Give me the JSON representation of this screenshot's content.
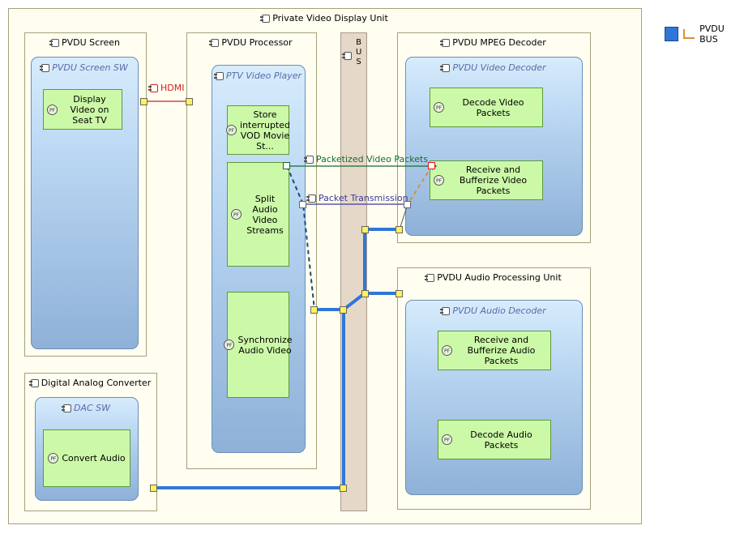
{
  "colors": {
    "bus_link": "#2f76d8",
    "hdmi": "#d02020",
    "video_packets": "#1a6a2a",
    "packet_transmission": "#3d3a9a",
    "orange_link": "#d8903a"
  },
  "unit": {
    "title": "Private Video Display Unit"
  },
  "screen": {
    "title": "PVDU Screen",
    "sw_title": "PVDU Screen SW",
    "fn": "Display Video on Seat TV"
  },
  "processor": {
    "title": "PVDU Processor",
    "sw_title": "PTV Video Player",
    "fn1": "Store interrupted VOD Movie St...",
    "fn2": "Split Audio Video Streams",
    "fn3": "Synchronize Audio Video"
  },
  "bus": {
    "letters": "BUS"
  },
  "mpeg": {
    "title": "PVDU MPEG Decoder",
    "sw_title": "PVDU Video Decoder",
    "fn1": "Decode Video Packets",
    "fn2": "Receive and Bufferize Video Packets"
  },
  "audio_unit": {
    "title": "PVDU Audio Processing Unit",
    "sw_title": "PVDU Audio Decoder",
    "fn1": "Receive and Bufferize Audio Packets",
    "fn2": "Decode Audio Packets"
  },
  "dac": {
    "title": "Digital Analog Converter",
    "sw_title": "DAC SW",
    "fn": "Convert Audio"
  },
  "links": {
    "hdmi": "HDMI",
    "video_packets": "Packetized Video Packets",
    "packet_transmission": "Packet Transmission"
  },
  "legend": {
    "label": "PVDU BUS"
  }
}
